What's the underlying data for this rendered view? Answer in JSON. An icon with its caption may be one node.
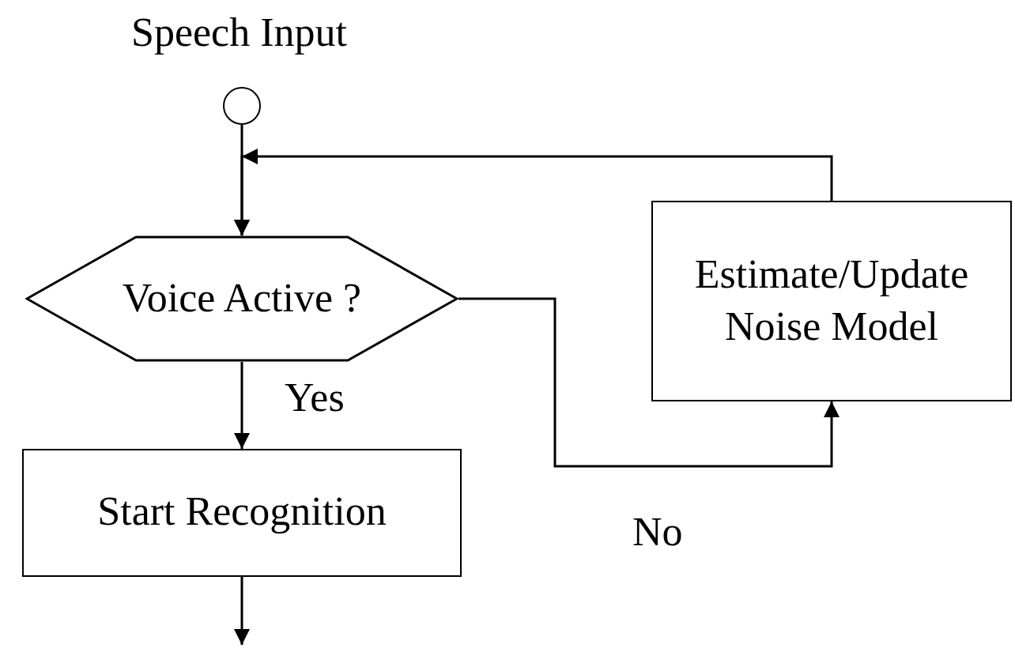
{
  "diagram": {
    "nodes": [
      {
        "text": [],
        "shape": "circle",
        "beside": [
          "Speech Input"
        ]
      },
      {
        "text": [
          "Voice Active ?"
        ]
      },
      {
        "text": [
          "Estimate/Update Noise Model"
        ]
      },
      {
        "text": [
          "Start Recognition"
        ]
      }
    ],
    "edges": [
      {
        "from": 0,
        "to": 1,
        "arrow": "to"
      },
      {
        "from": 2,
        "to": 1,
        "arrow": "to"
      },
      {
        "from": 1,
        "to": 2,
        "arrow": "to",
        "label": "No"
      },
      {
        "from": 1,
        "to": 3,
        "arrow": "to",
        "label": "Yes"
      },
      {
        "from": 3,
        "to": null,
        "arrow": "to"
      }
    ]
  }
}
